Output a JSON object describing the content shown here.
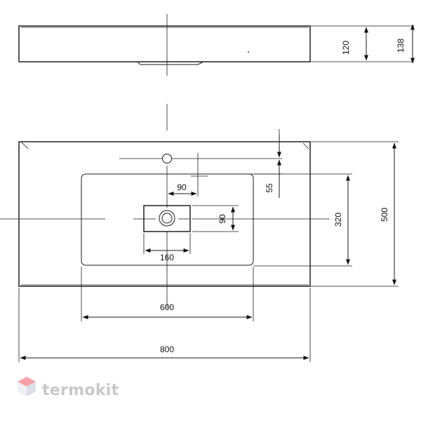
{
  "drawing": {
    "side_view": {
      "dimensions": {
        "height_bowl": "120",
        "height_total": "138"
      }
    },
    "top_view": {
      "dimensions": {
        "tap_offset_x": "90",
        "tap_offset_y": "55",
        "drain_recess_width": "160",
        "drain_recess_height": "90",
        "bowl_width": "600",
        "bowl_depth": "320",
        "total_depth": "500",
        "total_width": "800"
      }
    }
  },
  "brand": {
    "name": "termokit",
    "colors": {
      "logo_top": "#f6a1a8",
      "logo_bottom": "#e9e9f2",
      "text": "#c8c8c8"
    }
  }
}
